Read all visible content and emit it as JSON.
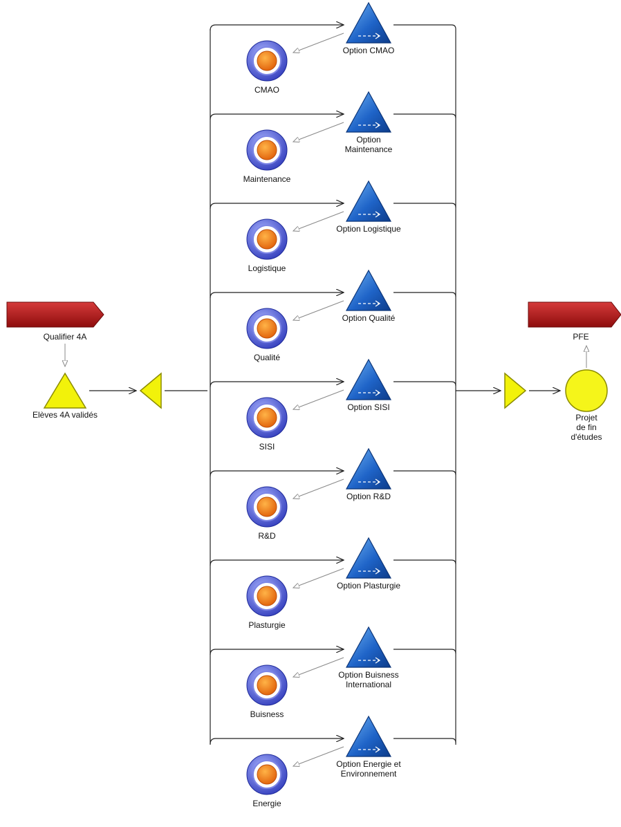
{
  "start": {
    "event_label": "Qualifier 4A",
    "state_label": "Elèves 4A validés"
  },
  "end": {
    "event_label": "PFE",
    "process_label": "Projet\nde fin\nd'études"
  },
  "branches": [
    {
      "option_label": "Option CMAO",
      "competence_label": "CMAO"
    },
    {
      "option_label": "Option\nMaintenance",
      "competence_label": "Maintenance"
    },
    {
      "option_label": "Option Logistique",
      "competence_label": "Logistique"
    },
    {
      "option_label": "Option Qualité",
      "competence_label": "Qualité"
    },
    {
      "option_label": "Option SISI",
      "competence_label": "SISI"
    },
    {
      "option_label": "Option R&D",
      "competence_label": "R&D"
    },
    {
      "option_label": "Option Plasturgie",
      "competence_label": "Plasturgie"
    },
    {
      "option_label": "Option Buisness\nInternational",
      "competence_label": "Buisness"
    },
    {
      "option_label": "Option Energie et\nEnvironnement",
      "competence_label": "Energie"
    }
  ],
  "colors": {
    "event_red": "#b01414",
    "state_yellow": "#f2f20a",
    "option_blue": "#1f64c8",
    "competence_ring": "#3d4fd6",
    "competence_core": "#f07b10",
    "line": "#222222",
    "assoc_line": "#8a8a8a"
  },
  "icons": {
    "event": "event-banner-icon",
    "state": "state-triangle-icon",
    "connector": "connector-triangle-icon",
    "option": "option-triangle-icon",
    "competence": "competence-ring-icon",
    "process": "process-circle-icon"
  }
}
